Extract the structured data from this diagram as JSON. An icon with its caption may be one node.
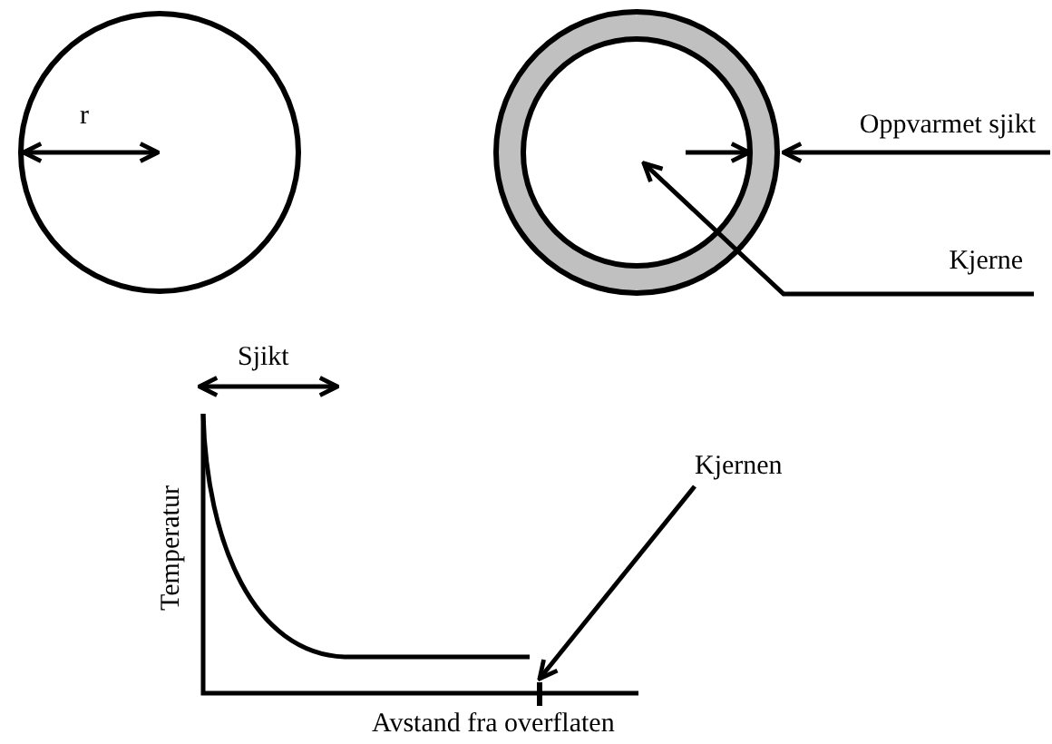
{
  "diagram": {
    "nodes": [
      {
        "text": [],
        "shape": "circle"
      },
      {
        "text": [],
        "shape": "circle"
      },
      {
        "text": [],
        "shape": "circle",
        "in": 1
      },
      {
        "text": [
          "Oppvarmet sjikt"
        ]
      },
      {
        "text": [
          "Kjerne"
        ]
      },
      {
        "text": [
          "Kjernen"
        ]
      },
      {
        "text": [],
        "shape": "bar"
      }
    ],
    "edges": [
      {
        "from": 3,
        "to": 1,
        "arrow": "to"
      },
      {
        "from": 4,
        "to": 2,
        "arrow": "to"
      },
      {
        "from": 5,
        "to": 6,
        "arrow": "to"
      }
    ],
    "labels": [
      "r",
      "Sjikt",
      "Temperatur",
      "Avstand fra overflaten"
    ]
  }
}
